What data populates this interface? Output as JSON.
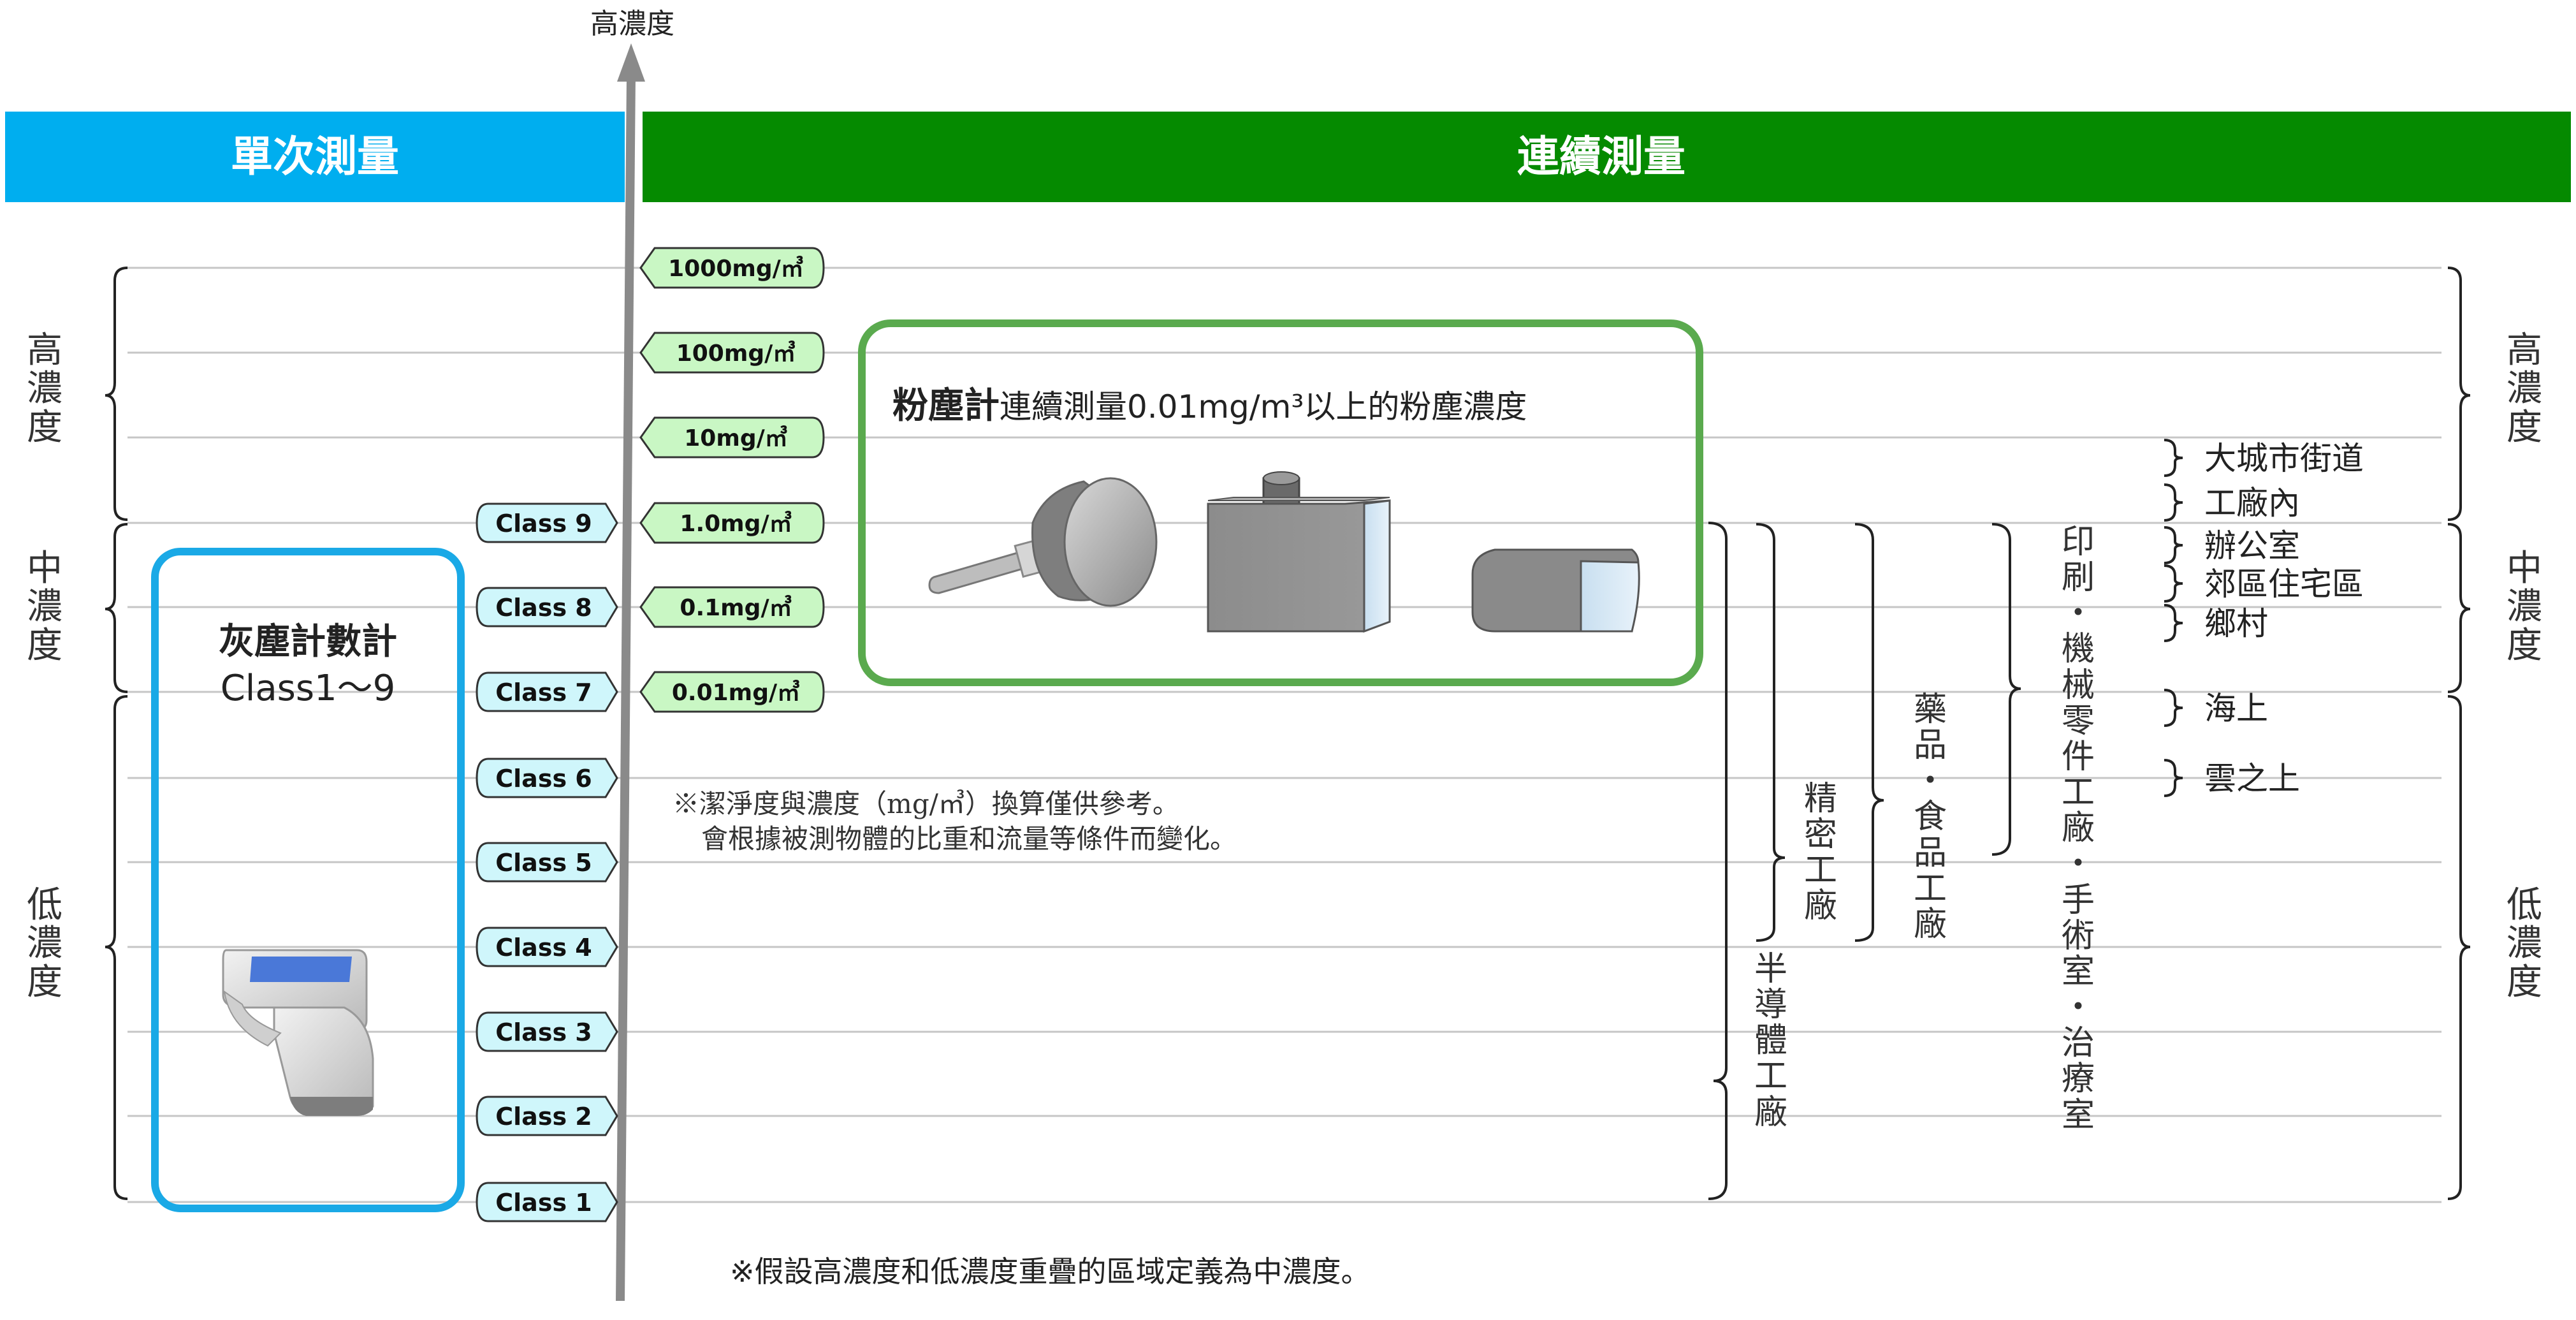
{
  "axis_top_label": "高濃度",
  "header": {
    "single_label": "單次測量",
    "continuous_label": "連續測量",
    "single_color": "#00aeef",
    "continuous_color": "#058a00"
  },
  "levels_left": [
    {
      "text": "高濃度"
    },
    {
      "text": "中濃度"
    },
    {
      "text": "低濃度"
    }
  ],
  "levels_right": [
    {
      "text": "高濃度"
    },
    {
      "text": "中濃度"
    },
    {
      "text": "低濃度"
    }
  ],
  "concentrations": [
    "1000mg/㎥",
    "100mg/㎥",
    "10mg/㎥",
    "1.0mg/㎥",
    "0.1mg/㎥",
    "0.01mg/㎥"
  ],
  "classes": [
    "Class 9",
    "Class 8",
    "Class 7",
    "Class 6",
    "Class 5",
    "Class 4",
    "Class 3",
    "Class 2",
    "Class 1"
  ],
  "particle_counter": {
    "title": "灰塵計數計",
    "range": "Class1～9",
    "border_color": "#1aa9e6",
    "icon": "handheld-particle-counter-icon"
  },
  "dust_meter": {
    "title": "粉塵計",
    "description": "連續測量0.01mg/m³以上的粉塵濃度",
    "border_color": "#5aaa4e",
    "icons": [
      "probe-sensor-icon",
      "box-monitor-icon",
      "flat-sensor-icon"
    ]
  },
  "note_conversion": {
    "line1": "※潔淨度與濃度（mg/㎥）換算僅供參考。",
    "line2": "會根據被測物體的比重和流量等條件而變化。"
  },
  "note_bottom": "※假設高濃度和低濃度重疊的區域定義為中濃度。",
  "facilities": [
    {
      "text": "半導體工廠"
    },
    {
      "text": "精密工廠"
    },
    {
      "text": "藥品・食品工廠"
    },
    {
      "text": "印刷・機械零件工廠・手術室・治療室"
    }
  ],
  "environments": [
    "大城市街道",
    "工廠內",
    "辦公室",
    "郊區住宅區",
    "鄉村",
    "海上",
    "雲之上"
  ]
}
